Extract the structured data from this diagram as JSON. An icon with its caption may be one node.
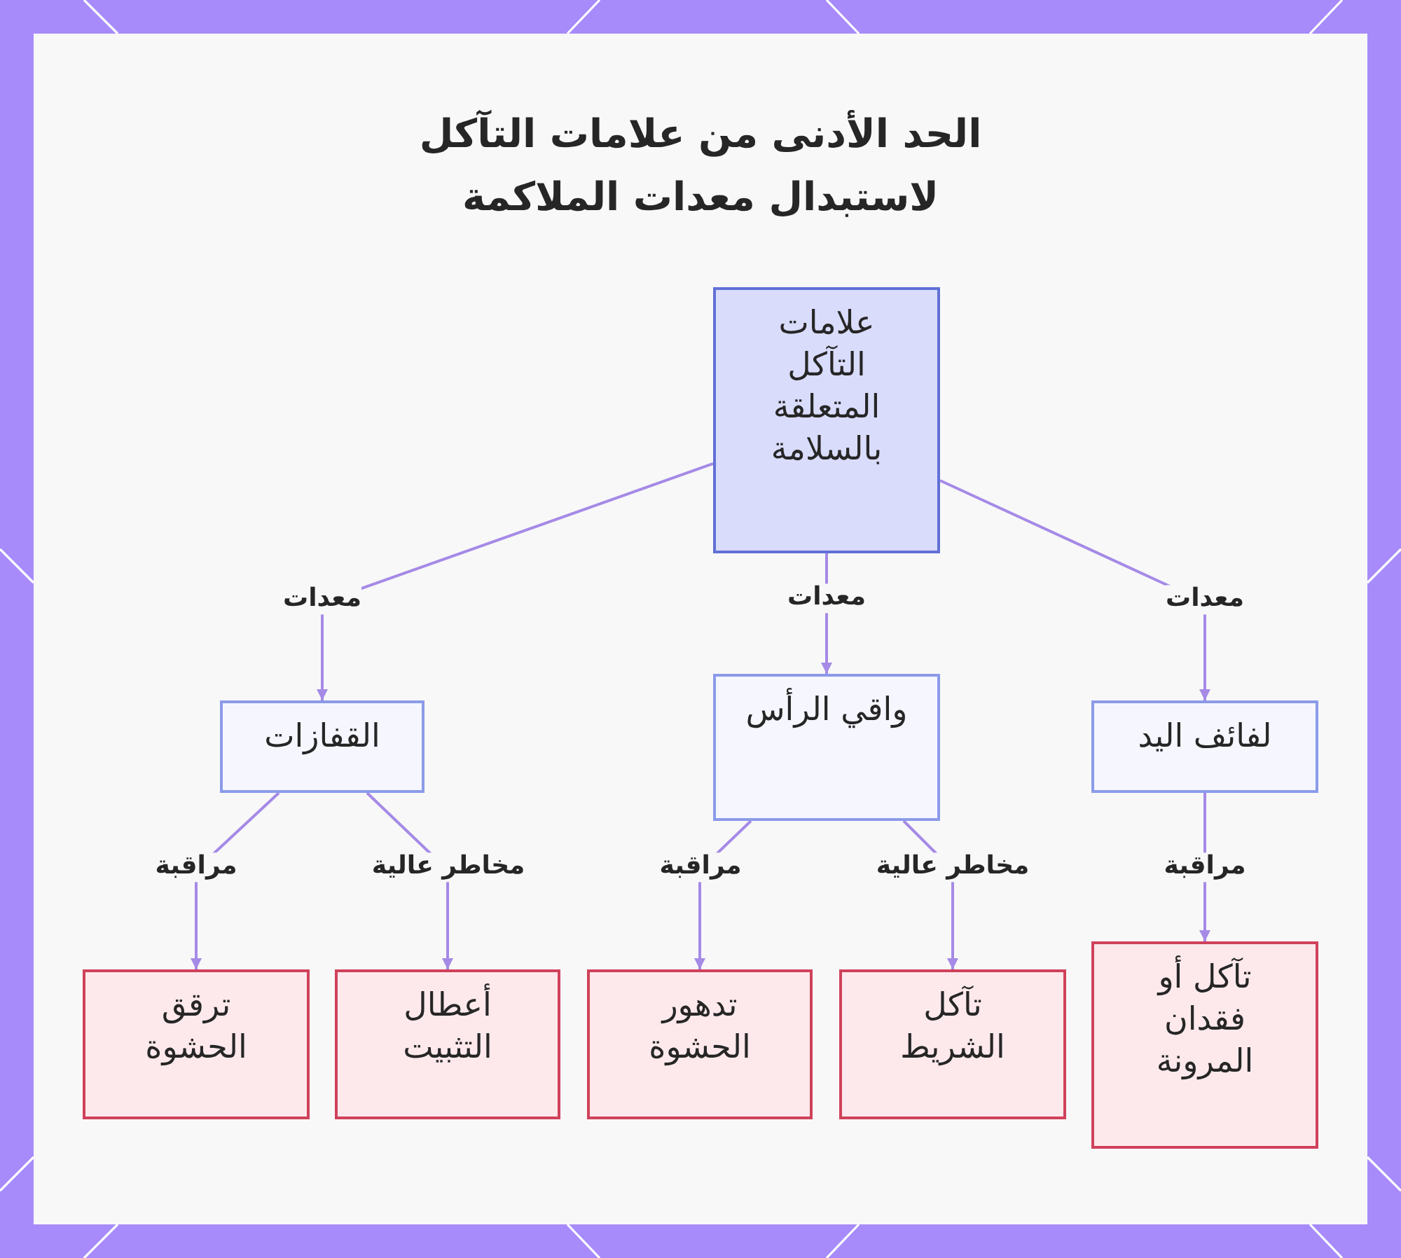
{
  "diagram": {
    "title": "الحد الأدنى من علامات التآكل لاستبدال معدات الملاكمة",
    "nodes": [
      {
        "text": [
          "علامات التآكل المتعلقة بالسلامة"
        ]
      },
      {
        "text": [
          "القفازات"
        ]
      },
      {
        "text": [
          "واقي الرأس"
        ]
      },
      {
        "text": [
          "لفائف اليد"
        ]
      },
      {
        "text": [
          "ترقق الحشوة"
        ]
      },
      {
        "text": [
          "أعطال التثبيت"
        ]
      },
      {
        "text": [
          "تدهور الحشوة"
        ]
      },
      {
        "text": [
          "تآكل الشريط"
        ]
      },
      {
        "text": [
          "تآكل أو فقدان المرونة"
        ]
      }
    ],
    "edges": [
      {
        "from": 0,
        "to": 1,
        "arrow": "to",
        "label": "معدات"
      },
      {
        "from": 0,
        "to": 2,
        "arrow": "to",
        "label": "معدات"
      },
      {
        "from": 0,
        "to": 3,
        "arrow": "to",
        "label": "معدات"
      },
      {
        "from": 1,
        "to": 4,
        "arrow": "to",
        "label": "مراقبة"
      },
      {
        "from": 1,
        "to": 5,
        "arrow": "to",
        "label": "مخاطر عالية"
      },
      {
        "from": 2,
        "to": 6,
        "arrow": "to",
        "label": "مراقبة"
      },
      {
        "from": 2,
        "to": 7,
        "arrow": "to",
        "label": "مخاطر عالية"
      },
      {
        "from": 3,
        "to": 8,
        "arrow": "to",
        "label": "مراقبة"
      }
    ]
  }
}
